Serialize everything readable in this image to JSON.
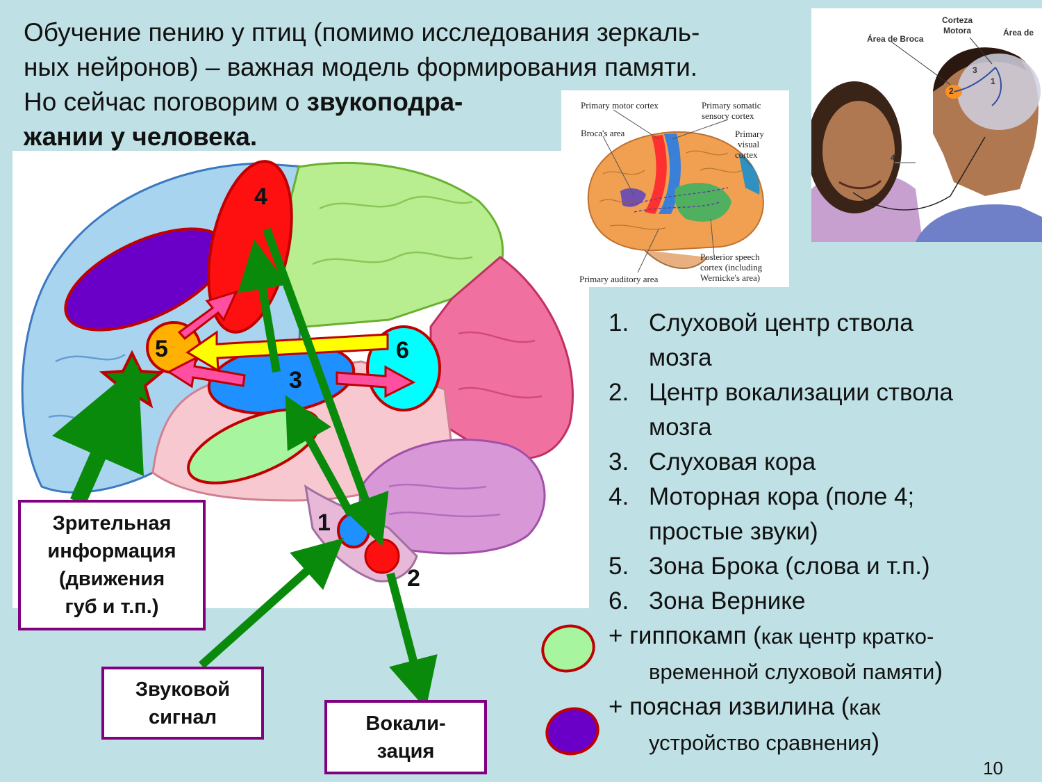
{
  "title": {
    "line1": "Обучение пению у птиц (помимо исследования зеркаль-",
    "line2": "ных нейронов) – важная модель формирования памяти.",
    "line3_normal": "Но сейчас поговорим о ",
    "line3_bold": "звукоподра-",
    "line4_bold": "жании у человека."
  },
  "brain_labels": {
    "n1": "1",
    "n2": "2",
    "n3": "3",
    "n4": "4",
    "n5": "5",
    "n6": "6"
  },
  "boxes": {
    "visual_line1": "Зрительная",
    "visual_line2": "информация",
    "visual_line3": "(движения",
    "visual_line4": "губ и т.п.)",
    "sound_line1": "Звуковой",
    "sound_line2": "сигнал",
    "vocal_line1": "Вокали-",
    "vocal_line2": "зация"
  },
  "atlas_labels": {
    "primary_motor": "Primary motor cortex",
    "primary_somatic_1": "Primary somatic",
    "primary_somatic_2": "sensory cortex",
    "broca": "Broca's area",
    "visual_1": "Primary",
    "visual_2": "visual",
    "visual_3": "cortex",
    "posterior_1": "Posterior speech",
    "posterior_2": "cortex (including",
    "posterior_3": "Wernicke's area)",
    "auditory": "Primary auditory area"
  },
  "photo_labels": {
    "corteza_1": "Corteza",
    "corteza_2": "Motora",
    "broca_es": "Área de Broca",
    "area_de": "Área de",
    "n1": "1",
    "n2": "2",
    "n3": "3",
    "n4": "4"
  },
  "legend": {
    "items": [
      {
        "num": "1.",
        "line1": "Слуховой центр ствола",
        "line2": "мозга"
      },
      {
        "num": "2.",
        "line1": "Центр вокализации ствола",
        "line2": "мозга"
      },
      {
        "num": "3.",
        "line1": "Слуховая кора",
        "line2": ""
      },
      {
        "num": "4.",
        "line1": "Моторная кора (поле 4;",
        "line2": "простые звуки)"
      },
      {
        "num": "5.",
        "line1": "Зона Брока (слова и т.п.)",
        "line2": ""
      },
      {
        "num": "6.",
        "line1": "Зона Вернике",
        "line2": ""
      }
    ],
    "hippocampus_main": "+ гиппокамп (",
    "hippocampus_small1": "как центр кратко-",
    "hippocampus_small2": "временной слуховой памяти",
    "hippocampus_end": ")",
    "cingulate_main": "+ поясная извилина (",
    "cingulate_small1": "как",
    "cingulate_small2": "устройство сравнения",
    "cingulate_end": ")"
  },
  "page_number": "10",
  "colors": {
    "background": "#bfe0e4",
    "arrow_green": "#0a8a0a",
    "arrow_pink": "#ff4fa0",
    "arrow_yellow": "#ffff00",
    "zone_red": "#ff1010",
    "zone_blue": "#1e90ff",
    "zone_cyan": "#00ffff",
    "zone_orange": "#ffb000",
    "hippocampus_green": "#a8f5a0",
    "cingulate_purple": "#6a00c8",
    "box_border": "#800080"
  }
}
